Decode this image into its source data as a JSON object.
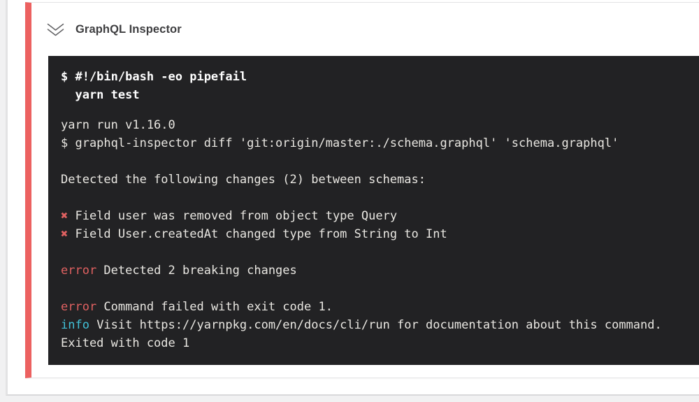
{
  "page": {
    "background_color": "#f1f1f2"
  },
  "step": {
    "title": "GraphQL Inspector",
    "accent_color": "#ec6160",
    "icon": "chevrons-down-icon"
  },
  "terminal": {
    "background_color": "#222224",
    "text_color": "#e9e7e2",
    "error_color": "#e06161",
    "info_color": "#41c1d8",
    "blocks": [
      {
        "name": "command",
        "bold": true,
        "lines": [
          [
            {
              "t": "$ #!/bin/bash -eo pipefail"
            }
          ],
          [
            {
              "t": "  yarn test"
            }
          ]
        ]
      },
      {
        "name": "output",
        "bold": false,
        "lines": [
          [
            {
              "t": "yarn run v1.16.0"
            }
          ],
          [
            {
              "t": "$ graphql-inspector diff 'git:origin/master:./schema.graphql' 'schema.graphql'"
            }
          ],
          [],
          [
            {
              "t": "Detected the following changes (2) between schemas:"
            }
          ],
          [],
          [
            {
              "t": "✖ ",
              "c": "red-bold"
            },
            {
              "t": "Field user was removed from object type Query"
            }
          ],
          [
            {
              "t": "✖ ",
              "c": "red-bold"
            },
            {
              "t": "Field User.createdAt changed type from String to Int"
            }
          ],
          [],
          [
            {
              "t": "error",
              "c": "red"
            },
            {
              "t": " Detected 2 breaking changes"
            }
          ],
          [],
          [
            {
              "t": "error",
              "c": "red"
            },
            {
              "t": " Command failed with exit code 1."
            }
          ],
          [
            {
              "t": "info",
              "c": "cyan"
            },
            {
              "t": " Visit https://yarnpkg.com/en/docs/cli/run for documentation about this command."
            }
          ],
          [
            {
              "t": "Exited with code 1"
            }
          ]
        ]
      }
    ]
  }
}
